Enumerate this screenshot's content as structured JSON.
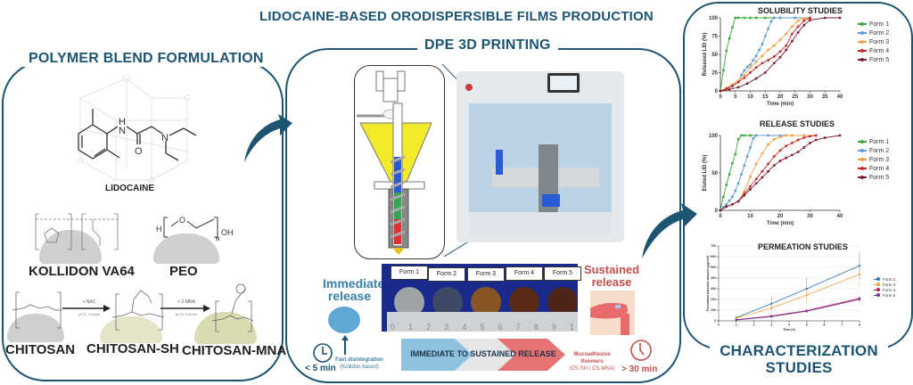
{
  "main_title": "LIDOCAINE-BASED ORODISPERSIBLE FILMS PRODUCTION",
  "left_panel": {
    "title": "POLYMER BLEND FORMULATION",
    "drug": {
      "name": "LIDOCAINE",
      "atoms": {
        "nh": "H",
        "n_amide": "N",
        "o": "O",
        "n_amine": "N"
      }
    },
    "polymers": [
      {
        "name": "KOLLIDON VA64"
      },
      {
        "name": "PEO",
        "formula": {
          "h": "H",
          "o": "O",
          "n": "n",
          "oh": "OH"
        }
      }
    ],
    "synthesis": {
      "steps": [
        {
          "from": "CHITOSAN",
          "to": "CHITOSAN-SH",
          "reagent": "+ NAC",
          "conditions": "pH 5, 3 hours"
        },
        {
          "from": "CHITOSAN-SH",
          "to": "CHITOSAN-MNA",
          "reagent": "+ 2-MNA",
          "conditions": "pH 8, 6 hours"
        }
      ],
      "labels": [
        "CHITOSAN",
        "CHITOSAN-SH",
        "CHITOSAN-MNA"
      ]
    }
  },
  "mid_panel": {
    "title": "DPE 3D PRINTING",
    "immediate": {
      "title": "Immediate release",
      "note_1": "Fast disintegration",
      "note_2": "(Kollidon-based)",
      "time": "< 5 min"
    },
    "sustained": {
      "title": "Sustained release",
      "note_1": "Mucoadhesive",
      "note_2": "thiomers",
      "note_3": "(CS-SH / CS-MNA)",
      "time": "> 30 min"
    },
    "forms": [
      "Form 1",
      "Form 2",
      "Form 3",
      "Form 4",
      "Form 5"
    ],
    "ruler_ticks": [
      "0",
      "1",
      "2",
      "3",
      "4",
      "5",
      "6",
      "7",
      "8",
      "9",
      "1"
    ],
    "arrow_label": "IMMEDIATE TO SUSTAINED RELEASE",
    "colors": {
      "immediate": "#5b9ec9",
      "sustained": "#e06666",
      "accent_text_red": "#c0504d",
      "accent_text_blue": "#3a7fa6"
    }
  },
  "right_panel": {
    "title_line1": "CHARACTERIZATION",
    "title_line2": "STUDIES"
  },
  "chart_data": [
    {
      "type": "line",
      "title": "SOLUBILITY STUDIES",
      "xlabel": "Time (min)",
      "ylabel": "Released LID (%)",
      "xlim": [
        0,
        40
      ],
      "ylim": [
        0,
        100
      ],
      "xticks": [
        0,
        5,
        10,
        15,
        20,
        25,
        30,
        35,
        40
      ],
      "yticks": [
        0,
        25,
        50,
        75,
        100
      ],
      "legend": "right",
      "series": [
        {
          "name": "Form 1",
          "color": "#3aa63a",
          "x": [
            0,
            1,
            2,
            3,
            4,
            5,
            6,
            8,
            10,
            12,
            15,
            18,
            20,
            25,
            30
          ],
          "y": [
            0,
            28,
            55,
            72,
            87,
            100,
            100,
            100,
            100,
            100,
            100,
            100,
            100,
            100,
            100
          ]
        },
        {
          "name": "Form 2",
          "color": "#5b9bd5",
          "x": [
            0,
            2,
            4,
            6,
            7,
            8,
            9,
            10,
            11,
            12,
            13,
            14,
            15,
            16,
            17,
            18,
            20,
            25,
            30
          ],
          "y": [
            0,
            3,
            6,
            12,
            22,
            28,
            33,
            36,
            42,
            48,
            56,
            64,
            75,
            85,
            95,
            100,
            100,
            100,
            100
          ]
        },
        {
          "name": "Form 3",
          "color": "#f0a040",
          "x": [
            0,
            2,
            4,
            6,
            8,
            10,
            12,
            14,
            16,
            18,
            20,
            22,
            24,
            26,
            28,
            30
          ],
          "y": [
            0,
            4,
            9,
            14,
            22,
            32,
            40,
            48,
            56,
            62,
            70,
            78,
            88,
            96,
            99,
            100
          ]
        },
        {
          "name": "Form 4",
          "color": "#c62828",
          "x": [
            0,
            2,
            4,
            6,
            8,
            10,
            12,
            14,
            16,
            18,
            20,
            22,
            24,
            26,
            28,
            30
          ],
          "y": [
            0,
            3,
            7,
            12,
            18,
            25,
            32,
            38,
            42,
            47,
            54,
            62,
            78,
            88,
            96,
            100
          ]
        },
        {
          "name": "Form 5",
          "color": "#7b1f2e",
          "x": [
            0,
            3,
            6,
            9,
            12,
            15,
            18,
            20,
            22,
            24,
            26,
            28,
            30,
            35,
            40
          ],
          "y": [
            0,
            2,
            5,
            10,
            17,
            25,
            38,
            46,
            56,
            68,
            80,
            90,
            97,
            100,
            100
          ]
        }
      ]
    },
    {
      "type": "line",
      "title": "RELEASE STUDIES",
      "xlabel": "Time (min)",
      "ylabel": "Eluted LID (%)",
      "xlim": [
        0,
        40
      ],
      "ylim": [
        0,
        100
      ],
      "xticks": [
        0,
        10,
        20,
        30,
        40
      ],
      "yticks": [
        0,
        50,
        100
      ],
      "legend": "right",
      "series": [
        {
          "name": "Form 1",
          "color": "#3aa63a",
          "x": [
            0,
            1,
            2,
            3,
            4,
            5,
            6,
            7,
            8,
            10,
            12
          ],
          "y": [
            0,
            18,
            34,
            48,
            63,
            75,
            95,
            100,
            100,
            100,
            100
          ]
        },
        {
          "name": "Form 2",
          "color": "#5b9bd5",
          "x": [
            0,
            1,
            2,
            3,
            4,
            5,
            6,
            7,
            8,
            9,
            10,
            11,
            12,
            16,
            20,
            24
          ],
          "y": [
            0,
            4,
            8,
            13,
            18,
            26,
            36,
            48,
            60,
            72,
            84,
            96,
            100,
            100,
            100,
            100
          ]
        },
        {
          "name": "Form 3",
          "color": "#f0a040",
          "x": [
            0,
            2,
            4,
            6,
            8,
            10,
            12,
            14,
            16,
            18,
            20,
            22,
            24,
            28,
            32
          ],
          "y": [
            0,
            5,
            8,
            12,
            25,
            45,
            62,
            76,
            88,
            95,
            98,
            100,
            100,
            100,
            100
          ]
        },
        {
          "name": "Form 4",
          "color": "#c62828",
          "x": [
            0,
            2,
            4,
            6,
            8,
            10,
            12,
            14,
            16,
            18,
            20,
            22,
            24,
            26,
            28,
            30,
            32
          ],
          "y": [
            0,
            5,
            8,
            12,
            22,
            32,
            42,
            52,
            62,
            72,
            80,
            86,
            90,
            94,
            97,
            99,
            100
          ]
        },
        {
          "name": "Form 5",
          "color": "#7b1f2e",
          "x": [
            0,
            2,
            4,
            6,
            8,
            10,
            12,
            14,
            16,
            18,
            20,
            22,
            24,
            26,
            28,
            30,
            32,
            35,
            40
          ],
          "y": [
            0,
            5,
            8,
            12,
            20,
            28,
            36,
            44,
            52,
            60,
            66,
            70,
            74,
            78,
            84,
            90,
            94,
            97,
            100
          ]
        }
      ]
    },
    {
      "type": "line",
      "title": "PERMEATION STUDIES",
      "xlabel": "Time (h)",
      "ylabel": "Permeated lidocaine amount (µg/cm²)",
      "xlim": [
        0,
        8
      ],
      "ylim": [
        0,
        700
      ],
      "xticks": [
        0,
        1,
        2,
        3,
        4,
        5,
        6,
        7,
        8
      ],
      "yticks": [
        0,
        100,
        200,
        300,
        400,
        500,
        600,
        700
      ],
      "legend": "right",
      "series": [
        {
          "name": "Form 2",
          "color": "#2e75b6",
          "x": [
            1,
            3,
            5,
            8
          ],
          "y": [
            30,
            160,
            300,
            515
          ],
          "err": [
            20,
            70,
            100,
            130
          ]
        },
        {
          "name": "Form 3",
          "color": "#f0a040",
          "x": [
            1,
            3,
            5,
            8
          ],
          "y": [
            25,
            120,
            240,
            435
          ],
          "err": [
            20,
            60,
            80,
            110
          ]
        },
        {
          "name": "Form 4",
          "color": "#c0184a",
          "x": [
            1,
            3,
            5,
            8
          ],
          "y": [
            10,
            45,
            95,
            210
          ],
          "err": [
            5,
            10,
            15,
            20
          ]
        },
        {
          "name": "Form 5",
          "color": "#7030a0",
          "x": [
            1,
            3,
            5,
            8
          ],
          "y": [
            8,
            40,
            90,
            200
          ],
          "err": [
            5,
            10,
            15,
            20
          ]
        }
      ]
    }
  ]
}
